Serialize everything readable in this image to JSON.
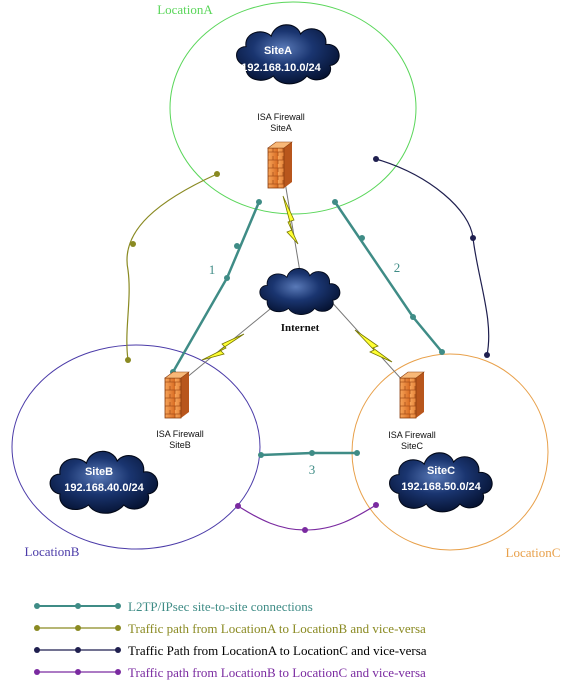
{
  "colors": {
    "locationA": "#5ad65a",
    "locationB": "#4b3ba8",
    "locationC": "#e8a04a",
    "l2tp": "#3f8c86",
    "pathAB": "#8a8a22",
    "pathAC": "#1f1f4f",
    "pathBC": "#7a2aa0",
    "lightning": "#ffff33",
    "cloud": "#0b1e4a",
    "firewall": "#f08c3a"
  },
  "locations": {
    "a": {
      "label": "LocationA",
      "site": "SiteA",
      "subnet": "192.168.10.0/24",
      "fw_line1": "ISA Firewall",
      "fw_line2": "SiteA"
    },
    "b": {
      "label": "LocationB",
      "site": "SiteB",
      "subnet": "192.168.40.0/24",
      "fw_line1": "ISA Firewall",
      "fw_line2": "SiteB"
    },
    "c": {
      "label": "LocationC",
      "site": "SiteC",
      "subnet": "192.168.50.0/24",
      "fw_line1": "ISA Firewall",
      "fw_line2": "SiteC"
    }
  },
  "internet": {
    "label": "Internet"
  },
  "connections": {
    "one": "1",
    "two": "2",
    "three": "3"
  },
  "legend": [
    {
      "icon": "l2tp-line-icon",
      "text": "L2TP/IPsec site-to-site connections"
    },
    {
      "icon": "path-ab-line-icon",
      "text": "Traffic path from LocationA to LocationB and vice-versa"
    },
    {
      "icon": "path-ac-line-icon",
      "text": "Traffic Path from LocationA to LocationC and vice-versa"
    },
    {
      "icon": "path-bc-line-icon",
      "text": "Traffic path from LocationB to LocationC and vice-versa"
    }
  ]
}
